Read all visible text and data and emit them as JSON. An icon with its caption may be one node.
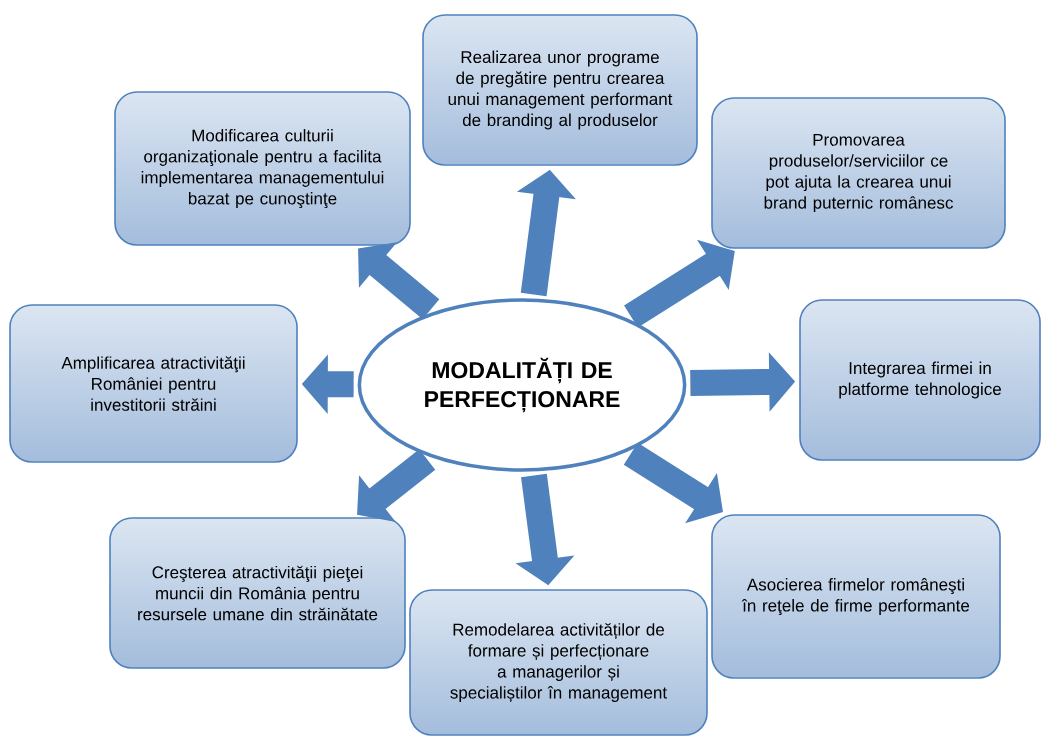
{
  "diagram": {
    "nodes": [
      {
        "text": [
          "Realizarea unor programe de pregătire pentru crearea unui management performant de branding al produselor"
        ]
      },
      {
        "text": [
          "Modificarea culturii organizaţionale pentru a facilita implementarea managementului bazat pe cunoştinţe"
        ]
      },
      {
        "text": [
          "Promovarea produselor/serviciilor ce pot ajuta la crearea unui brand puternic românesc"
        ]
      },
      {
        "text": [
          "Amplificarea atractivităţii României pentru investitorii străini"
        ]
      },
      {
        "text": [
          "MODALITĂȚI DE PERFECȚIONARE"
        ]
      },
      {
        "text": [
          "Integrarea firmei in platforme tehnologice"
        ]
      },
      {
        "text": [
          "Creşterea atractivităţii pieţei muncii din România pentru resursele umane din străinătate"
        ]
      },
      {
        "text": [
          "Asocierea firmelor româneşti în reţele de firme performante"
        ]
      },
      {
        "text": [
          "Remodelarea activităților de formare și perfecționare a managerilor și specialiștilor în management"
        ]
      }
    ],
    "edges": [
      {
        "from": 4,
        "to": 0,
        "arrow": "to"
      },
      {
        "from": 4,
        "to": 1,
        "arrow": "to"
      },
      {
        "from": 4,
        "to": 2,
        "arrow": "to"
      },
      {
        "from": 4,
        "to": 3,
        "arrow": "to"
      },
      {
        "from": 4,
        "to": 5,
        "arrow": "to"
      },
      {
        "from": 4,
        "to": 6,
        "arrow": "to"
      },
      {
        "from": 4,
        "to": 7,
        "arrow": "to"
      },
      {
        "from": 4,
        "to": 8,
        "arrow": "to"
      }
    ]
  }
}
